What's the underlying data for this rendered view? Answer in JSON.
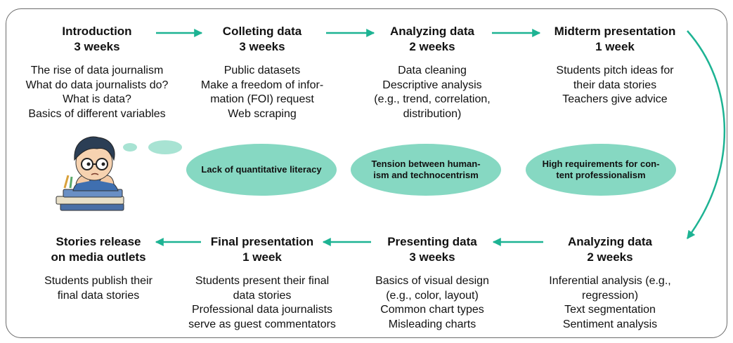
{
  "stages": [
    {
      "title": "Introduction",
      "duration": "3 weeks",
      "items": [
        "The rise of data journalism",
        "What do data journalists do?",
        "What is data?",
        "Basics of different variables"
      ]
    },
    {
      "title": "Colleting data",
      "duration": "3 weeks",
      "items": [
        "Public datasets",
        "Make a freedom of infor-",
        "mation (FOI) request",
        "Web scraping"
      ]
    },
    {
      "title": "Analyzing data",
      "duration": "2 weeks",
      "items": [
        "Data cleaning",
        "Descriptive analysis",
        "(e.g., trend, correlation,",
        "distribution)"
      ]
    },
    {
      "title": "Midterm presentation",
      "duration": "1 week",
      "items": [
        "Students pitch ideas for",
        "their data stories",
        "Teachers give advice"
      ]
    },
    {
      "title": "Analyzing data",
      "duration": "2 weeks",
      "items": [
        "Inferential analysis (e.g.,",
        "regression)",
        "Text segmentation",
        "Sentiment analysis"
      ]
    },
    {
      "title": "Presenting data",
      "duration": "3 weeks",
      "items": [
        "Basics of visual design",
        "(e.g., color, layout)",
        "Common chart types",
        "Misleading charts"
      ]
    },
    {
      "title": "Final presentation",
      "duration": "1 week",
      "items": [
        "Students present their final",
        "data stories",
        "Professional data journalists",
        "serve as guest commentators"
      ]
    },
    {
      "title": "Stories release",
      "duration": "on media outlets",
      "items": [
        "Students publish their",
        "final data stories"
      ]
    }
  ],
  "challenges": [
    {
      "line1": "Lack of quantitative literacy",
      "line2": ""
    },
    {
      "line1": "Tension between human-",
      "line2": "ism and technocentrism"
    },
    {
      "line1": "High requirements for con-",
      "line2": "tent professionalism"
    }
  ],
  "colors": {
    "accent": "#1db393",
    "ellipse": "#86d8c2",
    "border": "#6b6b6b"
  },
  "illustration": "thinking-student-icon"
}
